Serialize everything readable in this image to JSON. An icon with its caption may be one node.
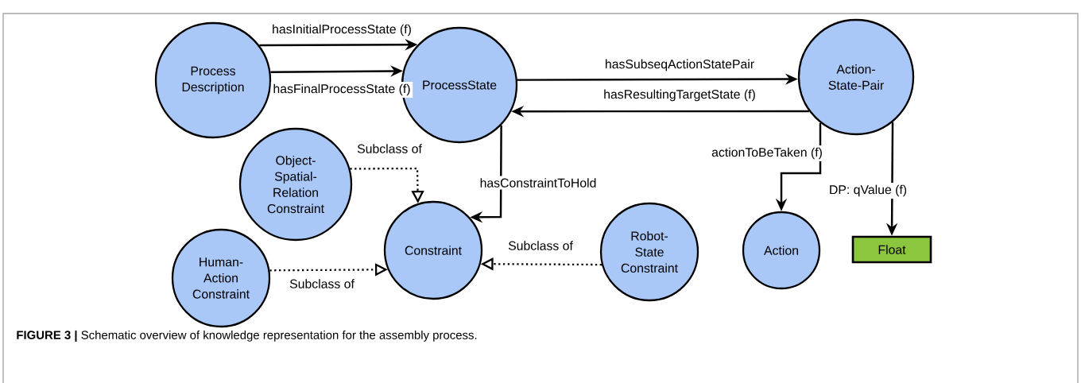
{
  "diagram": {
    "caption": "**FIGURE 3 |** Schematic overview of knowledge representation for the assembly process.",
    "nodes": [
      {
        "text": [
          "Process Description"
        ]
      },
      {
        "text": [
          "ProcessState"
        ]
      },
      {
        "text": [
          "Action-State-Pair"
        ]
      },
      {
        "text": [
          "Object-Spatial-Relation Constraint"
        ]
      },
      {
        "text": [
          "Constraint"
        ]
      },
      {
        "text": [
          "Human-Action Constraint"
        ]
      },
      {
        "text": [
          "Robot-State Constraint"
        ]
      },
      {
        "text": [
          "Action"
        ]
      },
      {
        "text": [
          "Float"
        ]
      }
    ],
    "edges": [
      {
        "from": 0,
        "to": 1,
        "arrow": "to",
        "label": "hasInitialProcessState (f)"
      },
      {
        "from": 0,
        "to": 1,
        "arrow": "to",
        "label": "hasFinalProcessState (f)"
      },
      {
        "from": 1,
        "to": 2,
        "arrow": "to",
        "label": "hasSubseqActionStatePair"
      },
      {
        "from": 2,
        "to": 1,
        "arrow": "to",
        "label": "hasResultingTargetState (f)"
      },
      {
        "from": 1,
        "to": 4,
        "arrow": "to",
        "label": "hasConstraintToHold"
      },
      {
        "from": 3,
        "to": 4,
        "arrow": "to",
        "label": "Subclass of",
        "style": "dashed"
      },
      {
        "from": 5,
        "to": 4,
        "arrow": "to",
        "label": "Subclass of",
        "style": "dashed"
      },
      {
        "from": 6,
        "to": 4,
        "arrow": "to",
        "label": "Subclass of",
        "style": "dashed"
      },
      {
        "from": 2,
        "to": 7,
        "arrow": "to",
        "label": "actionToBeTaken (f)"
      },
      {
        "from": 2,
        "to": 8,
        "arrow": "to",
        "label": "DP: qValue (f)"
      }
    ]
  }
}
